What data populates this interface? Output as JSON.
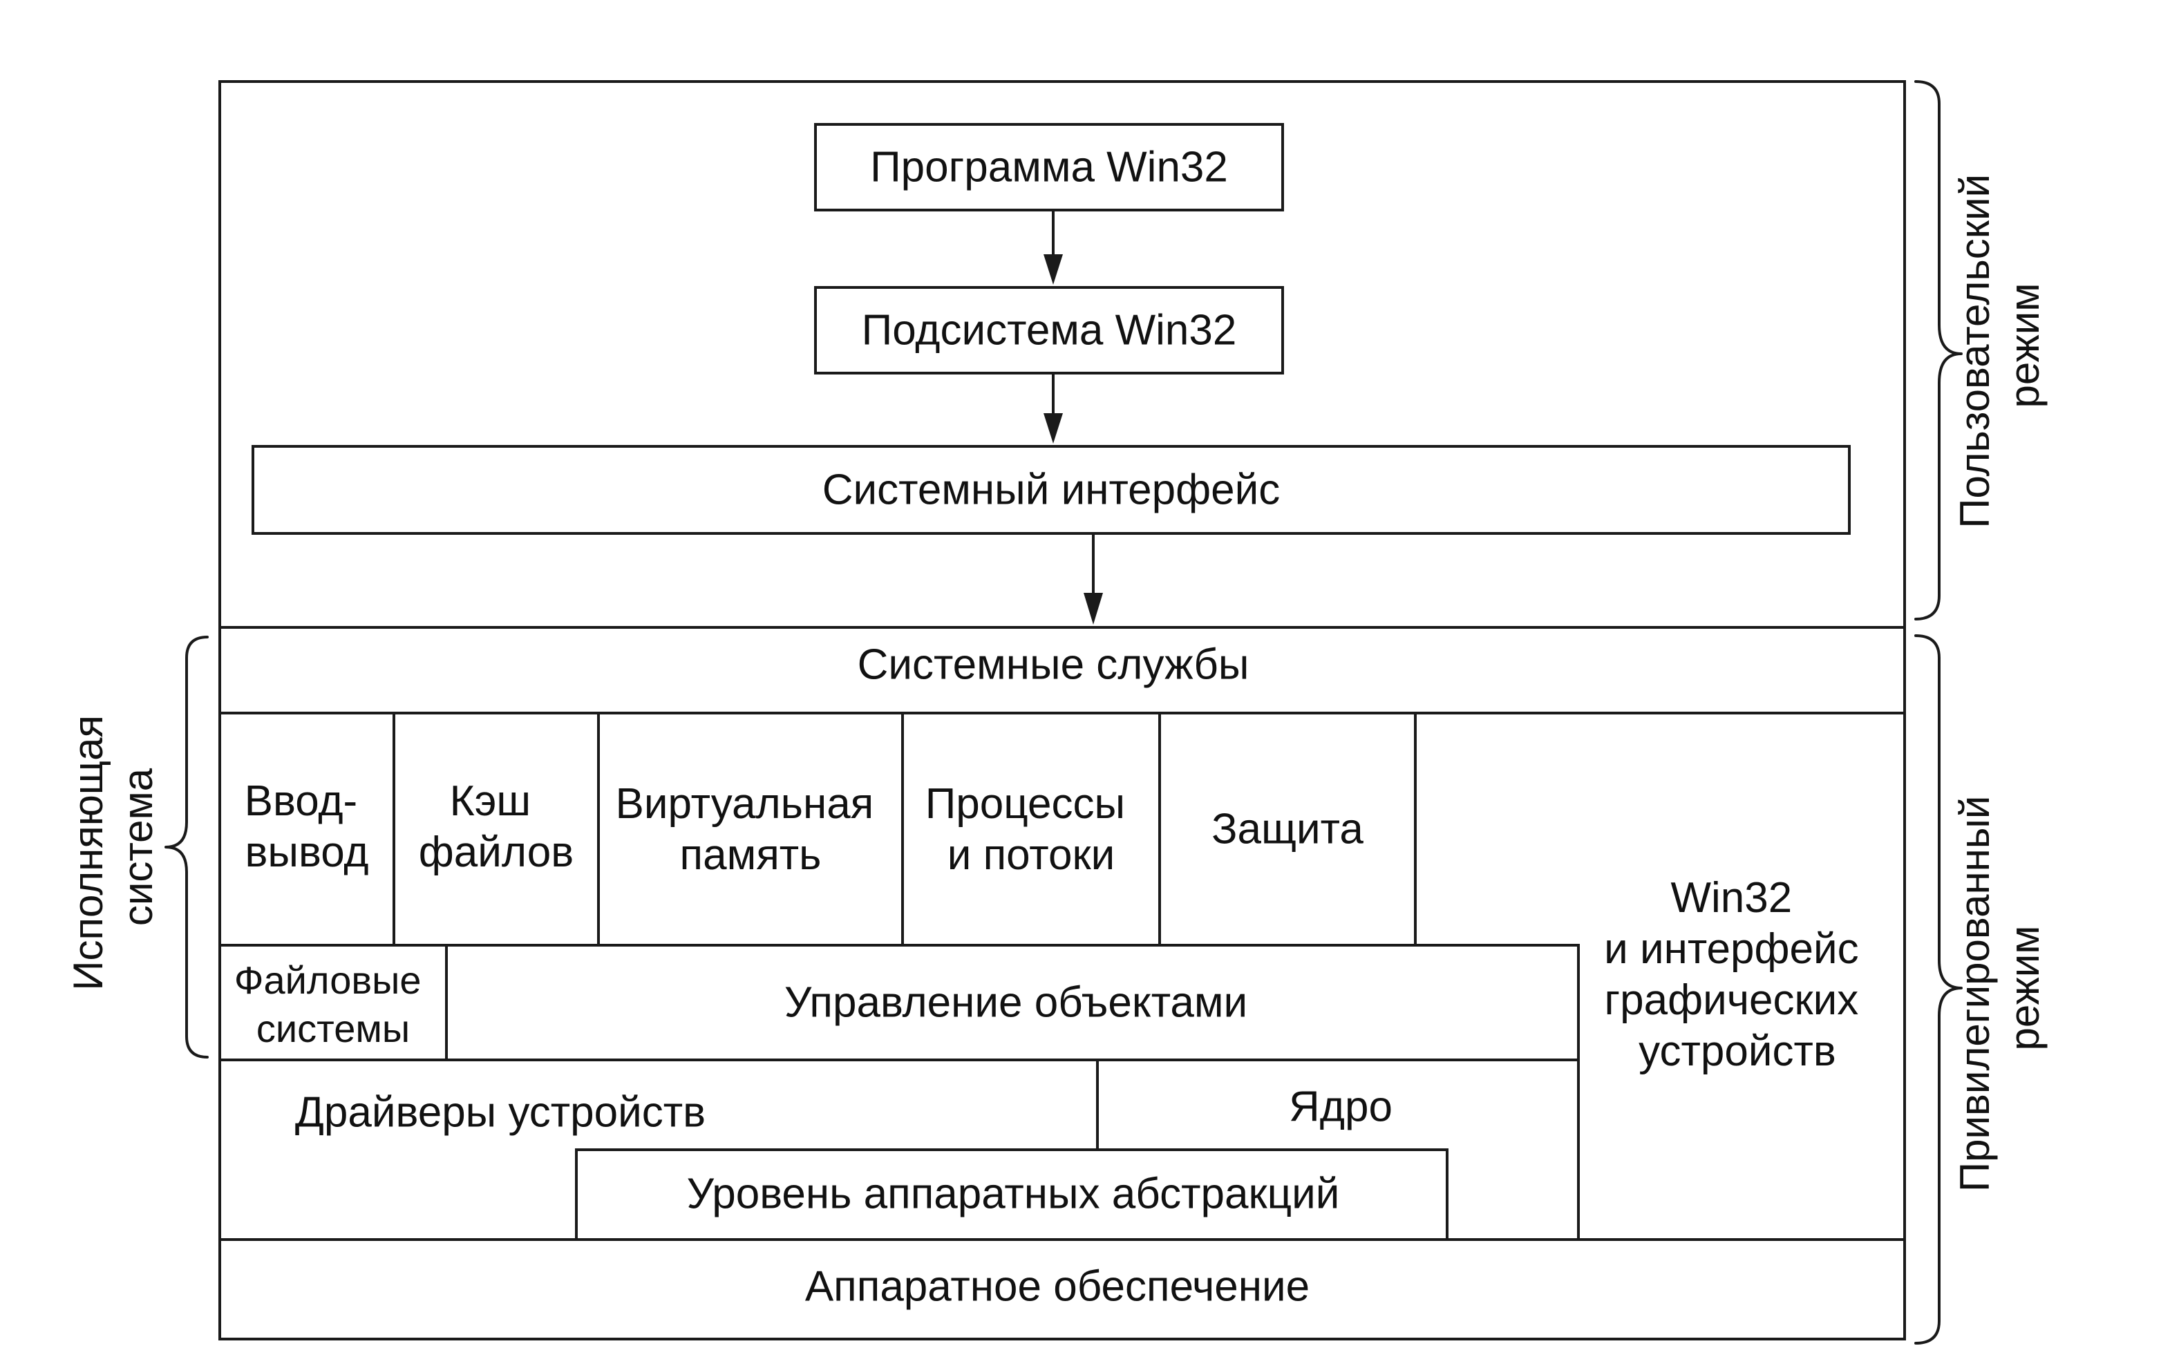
{
  "user_mode": {
    "win32_program": "Программа Win32",
    "win32_subsystem": "Подсистема Win32",
    "system_interface": "Системный интерфейс"
  },
  "kernel_mode": {
    "system_services": "Системные службы",
    "io": [
      "Ввод-",
      "вывод"
    ],
    "file_cache": [
      "Кэш",
      "файлов"
    ],
    "virtual_memory": [
      "Виртуальная",
      "память"
    ],
    "processes_threads": [
      "Процессы",
      "и потоки"
    ],
    "security": "Защита",
    "win32_gdi": [
      "Win32",
      "и интерфейс",
      "графических",
      "устройств"
    ],
    "file_systems": [
      "Файловые",
      "системы"
    ],
    "object_manager": "Управление объектами",
    "device_drivers": "Драйверы устройств",
    "kernel": "Ядро",
    "hal": "Уровень аппаратных абстракций",
    "hardware": "Аппаратное обеспечение"
  },
  "side_labels": {
    "user_mode": [
      "Пользовательский",
      "режим"
    ],
    "kernel_mode": [
      "Привилегированный",
      "режим"
    ],
    "executive": [
      "Исполняющая",
      "система"
    ]
  }
}
